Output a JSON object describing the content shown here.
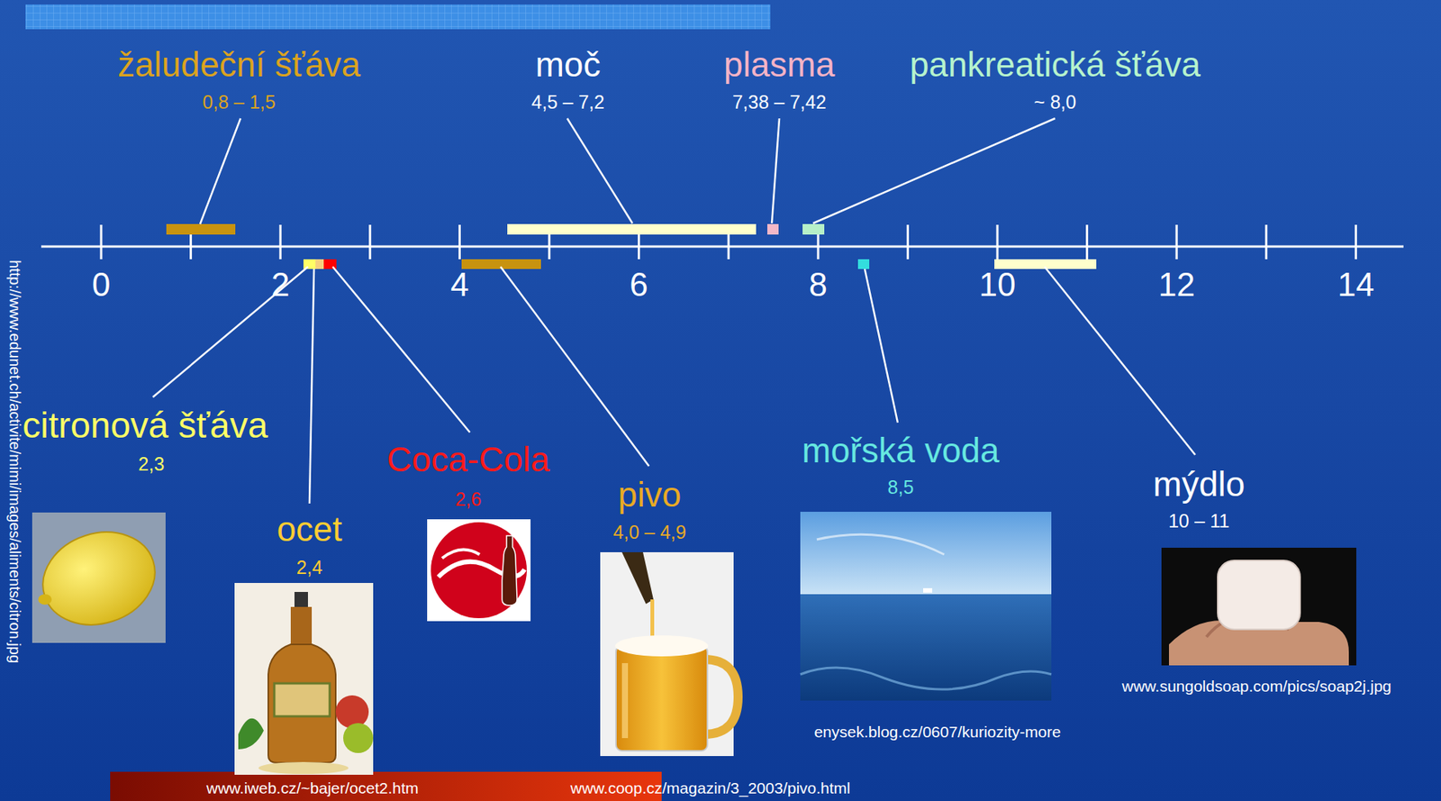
{
  "diagram": {
    "labels": [
      "žaludeční šťáva",
      "0,8 – 1,5",
      "moč",
      "4,5 – 7,2",
      "plasma",
      "7,38 – 7,42",
      "pankreatická šťáva",
      "~ 8,0",
      "0",
      "2",
      "4",
      "6",
      "8",
      "10",
      "12",
      "14",
      "citronová šťáva",
      "2,3",
      "ocet",
      "2,4",
      "Coca-Cola",
      "2,6",
      "pivo",
      "4,0 – 4,9",
      "mořská voda",
      "8,5",
      "mýdlo",
      "10 – 11",
      "http://www.edunet.ch/activite/mimi/images/aliments/citron.jpg",
      "www.iweb.cz/~bajer/ocet2.htm",
      "www.coop.cz/magazin/3_2003/pivo.html",
      "enysek.blog.cz/0607/kuriozity-more",
      "www.sungoldsoap.com/pics/soap2j.jpg"
    ]
  }
}
